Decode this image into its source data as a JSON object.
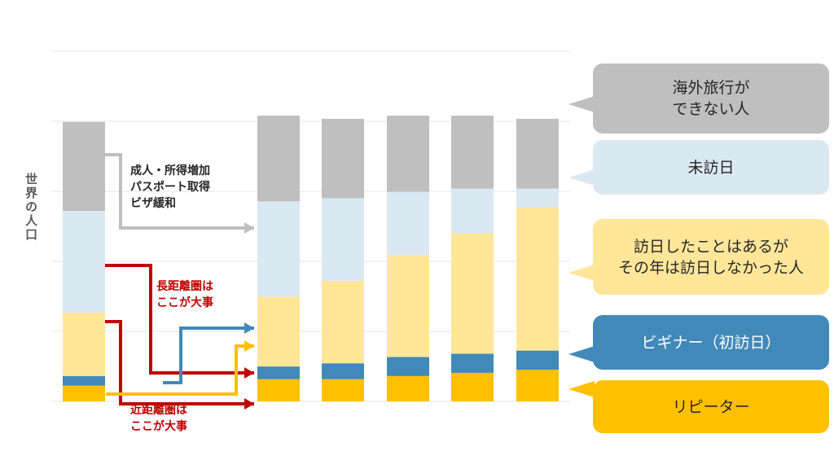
{
  "chart_data": {
    "type": "bar",
    "stacked": true,
    "ylabel": "世界の人口",
    "grid": true,
    "categories": [
      "",
      "",
      "",
      "",
      "",
      ""
    ],
    "series": [
      {
        "name": "リピーター",
        "color": "#FFC000",
        "values": [
          5,
          7,
          7,
          8,
          9,
          10
        ]
      },
      {
        "name": "ビギナー（初訪日）",
        "color": "#4189B8",
        "values": [
          3,
          4,
          5,
          6,
          6,
          6
        ]
      },
      {
        "name": "訪日したことはあるがその年は訪日しなかった人",
        "color": "#FFE699",
        "values": [
          20,
          22,
          26,
          32,
          38,
          45
        ]
      },
      {
        "name": "未訪日",
        "color": "#DAE8F2",
        "values": [
          32,
          30,
          26,
          20,
          14,
          6
        ]
      },
      {
        "name": "海外旅行ができない人",
        "color": "#BFBFBF",
        "values": [
          28,
          27,
          25,
          24,
          23,
          22
        ]
      }
    ]
  },
  "annotations": {
    "grey_note": "成人・所得増加\nパスポート取得\nビザ緩和",
    "red_note_long": "長距離圏は\nここが大事",
    "red_note_near": "近距離圏は\nここが大事"
  },
  "callouts": [
    {
      "label": "海外旅行が\nできない人",
      "bg": "#BFBFBF",
      "fg": "#262626"
    },
    {
      "label": "未訪日",
      "bg": "#DAE8F2",
      "fg": "#262626"
    },
    {
      "label": "訪日したことはあるが\nその年は訪日しなかった人",
      "bg": "#FFE699",
      "fg": "#262626"
    },
    {
      "label": "ビギナー（初訪日）",
      "bg": "#4189B8",
      "fg": "#ffffff"
    },
    {
      "label": "リピーター",
      "bg": "#FFC000",
      "fg": "#262626"
    }
  ]
}
